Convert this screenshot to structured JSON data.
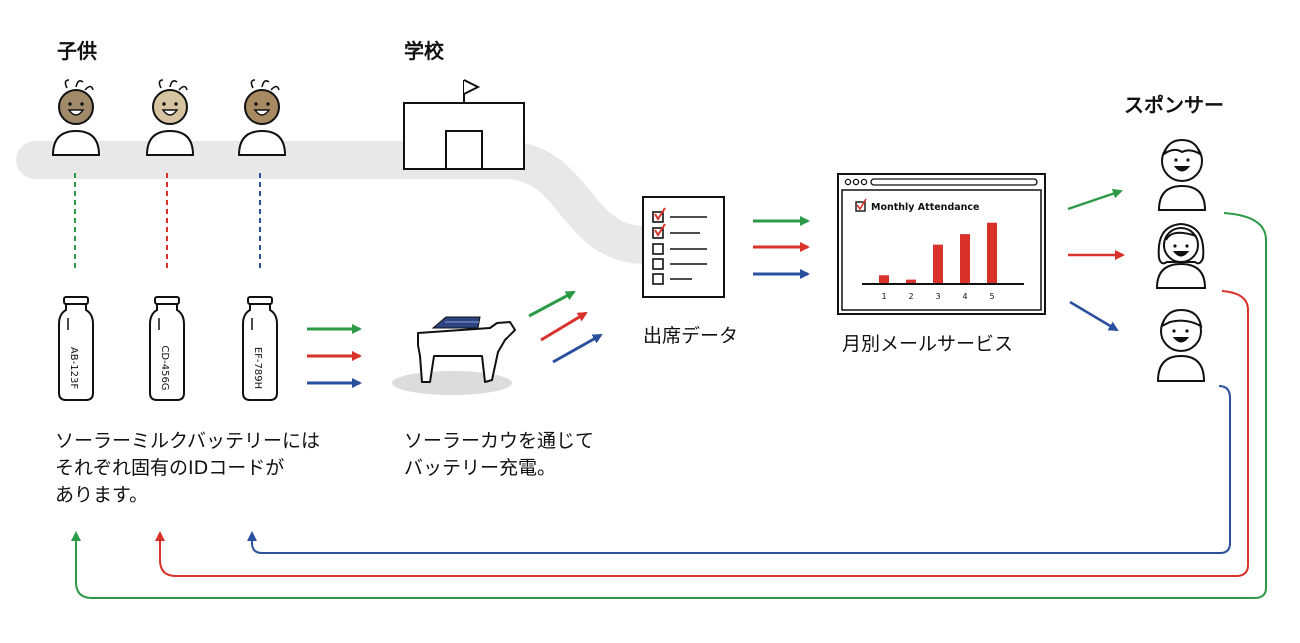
{
  "headings": {
    "children": "子供",
    "school": "学校",
    "sponsors": "スポンサー"
  },
  "captions": {
    "battery": [
      "ソーラーミルクバッテリーには",
      "それぞれ固有のIDコードが",
      "あります。"
    ],
    "cow": [
      "ソーラーカウを通じて",
      "バッテリー充電。"
    ],
    "attendance": "出席データ",
    "service": "月別メールサービス"
  },
  "bottles": [
    {
      "id": "AB-123F",
      "color": "#2e9a48"
    },
    {
      "id": "CD-456G",
      "color": "#d8322a"
    },
    {
      "id": "EF-789H",
      "color": "#2a4f9c"
    }
  ],
  "children": [
    {
      "skin": "#a08a6a"
    },
    {
      "skin": "#d6c3a0"
    },
    {
      "skin": "#a88a62"
    }
  ],
  "report": {
    "title": "Monthly Attendance",
    "chart_data": {
      "type": "bar",
      "categories": [
        "1",
        "2",
        "3",
        "4",
        "5"
      ],
      "values": [
        10,
        5,
        45,
        57,
        70
      ],
      "ylim": [
        0,
        80
      ],
      "color": "#d8322a"
    }
  },
  "colors": {
    "green": "#2e9a48",
    "red": "#d8322a",
    "blue": "#2a4f9c",
    "path": "#e8e8e8"
  }
}
